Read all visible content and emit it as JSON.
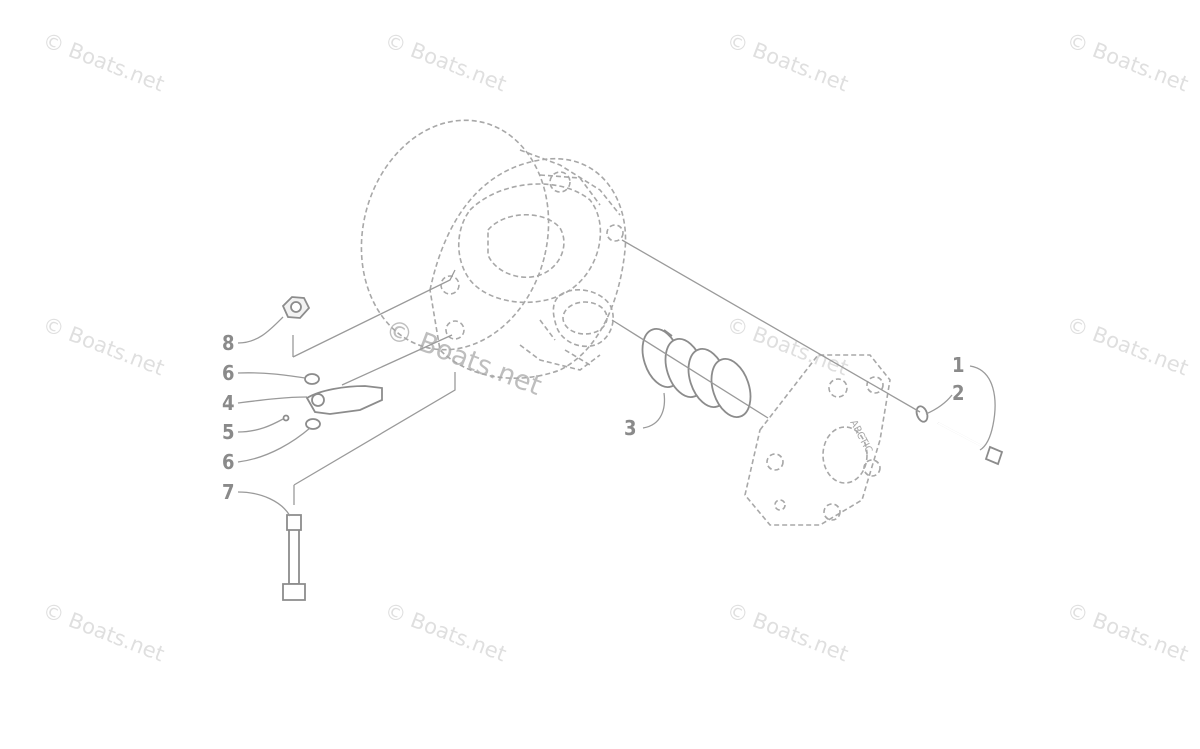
{
  "watermark": "© Boats.net",
  "brand_text": "ARCTIC",
  "callouts": {
    "c1": "1",
    "c2": "2",
    "c3": "3",
    "c4": "4",
    "c5": "5",
    "c6a": "6",
    "c6b": "6",
    "c7": "7",
    "c8": "8"
  },
  "colors": {
    "line": "#8c8c8c",
    "ghost": "#a8a8a8",
    "watermark": "#8c8c8c"
  }
}
